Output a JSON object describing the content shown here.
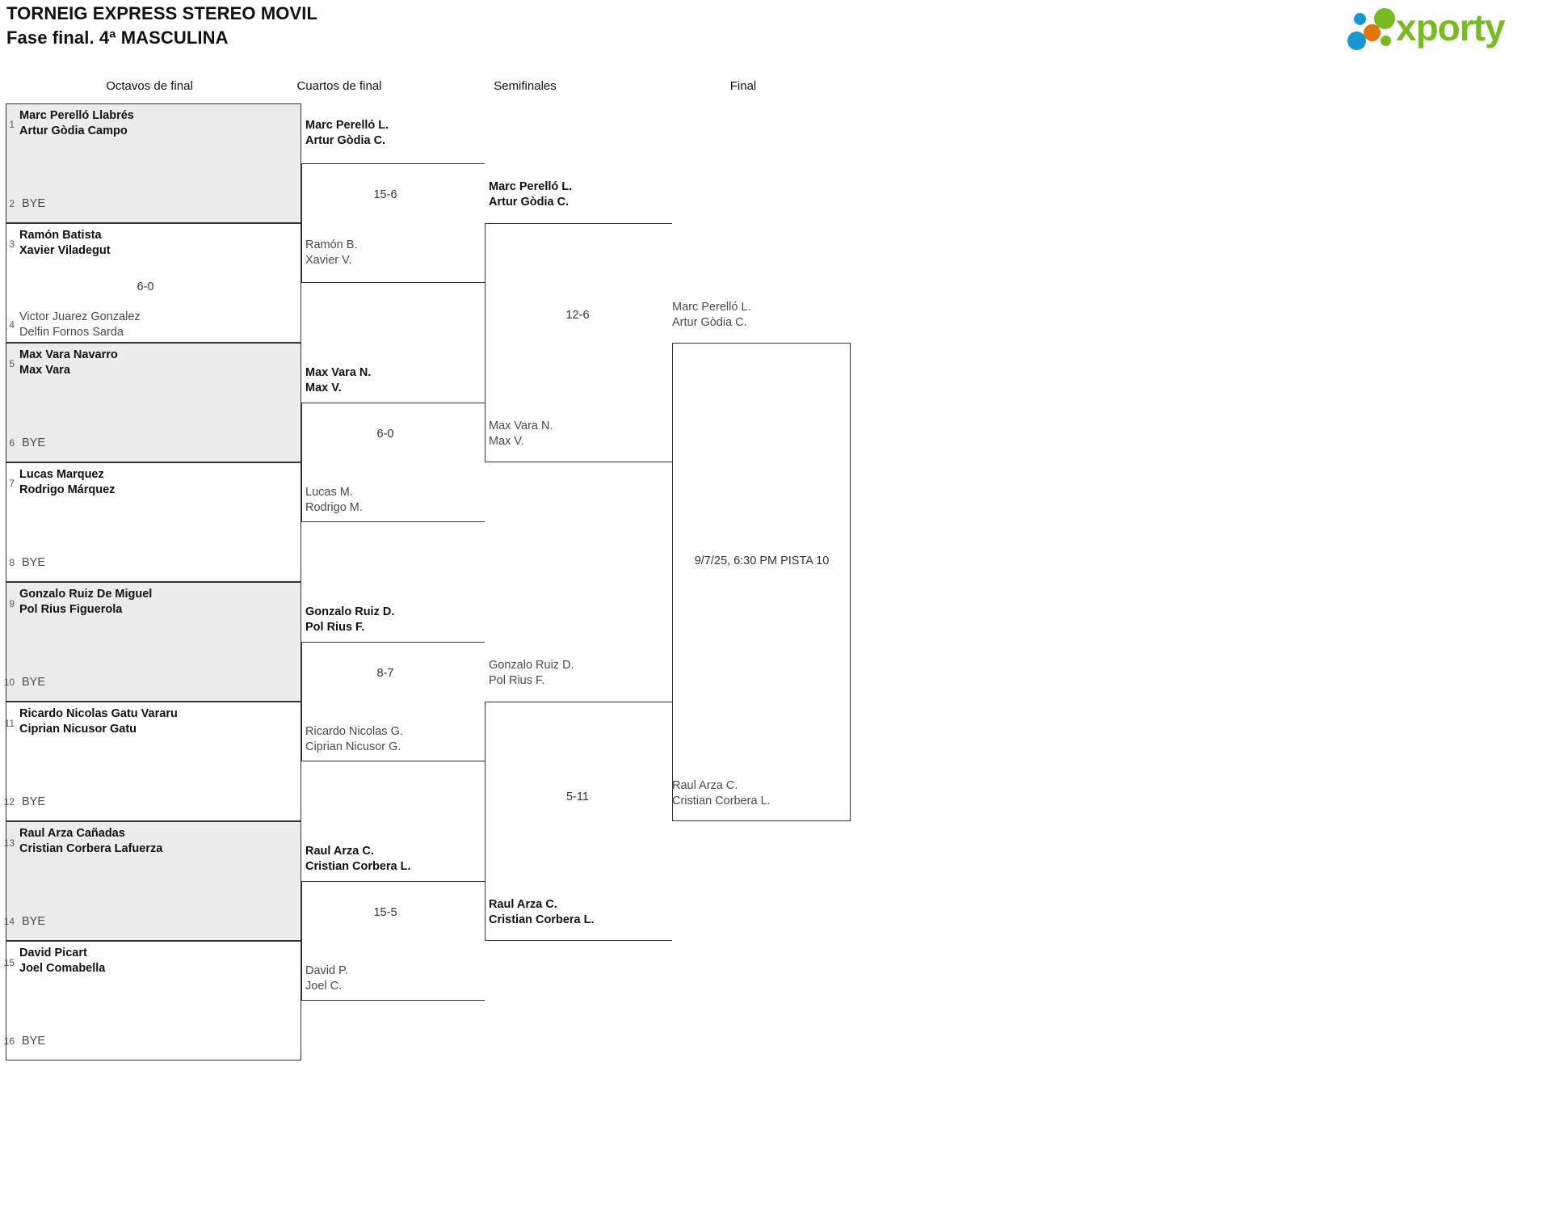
{
  "header": {
    "title_line1": "TORNEIG EXPRESS STEREO MOVIL",
    "title_line2": "Fase final. 4ª MASCULINA",
    "logo_text": "xporty",
    "logo_colors": {
      "green": "#76bc21",
      "blue": "#1996d6",
      "orange": "#e3730d"
    }
  },
  "rounds": [
    {
      "label": "Octavos de final"
    },
    {
      "label": "Cuartos de final"
    },
    {
      "label": "Semifinales"
    },
    {
      "label": "Final"
    }
  ],
  "round1": {
    "entries": [
      {
        "seed": "1",
        "line1": "Marc Perelló Llabrés",
        "line2": "Artur Gòdia Campo",
        "status": "win"
      },
      {
        "seed": "2",
        "line1": "BYE",
        "line2": "",
        "status": "bye"
      },
      {
        "seed": "3",
        "line1": "Ramón Batista",
        "line2": "Xavier Viladegut",
        "status": "win"
      },
      {
        "seed": "4",
        "line1": "Victor Juarez Gonzalez",
        "line2": "Delfin Fornos Sarda",
        "status": "lose"
      },
      {
        "seed": "5",
        "line1": "Max Vara Navarro",
        "line2": "Max Vara",
        "status": "win"
      },
      {
        "seed": "6",
        "line1": "BYE",
        "line2": "",
        "status": "bye"
      },
      {
        "seed": "7",
        "line1": "Lucas Marquez",
        "line2": "Rodrigo Márquez",
        "status": "win"
      },
      {
        "seed": "8",
        "line1": "BYE",
        "line2": "",
        "status": "bye"
      },
      {
        "seed": "9",
        "line1": "Gonzalo Ruiz De Miguel",
        "line2": "Pol Rius Figuerola",
        "status": "win"
      },
      {
        "seed": "10",
        "line1": "BYE",
        "line2": "",
        "status": "bye"
      },
      {
        "seed": "11",
        "line1": "Ricardo Nicolas Gatu Vararu",
        "line2": "Ciprian Nicusor Gatu",
        "status": "win"
      },
      {
        "seed": "12",
        "line1": "BYE",
        "line2": "",
        "status": "bye"
      },
      {
        "seed": "13",
        "line1": "Raul Arza Cañadas",
        "line2": "Cristian Corbera Lafuerza",
        "status": "win"
      },
      {
        "seed": "14",
        "line1": "BYE",
        "line2": "",
        "status": "bye"
      },
      {
        "seed": "15",
        "line1": "David Picart",
        "line2": "Joel Comabella",
        "status": "win"
      },
      {
        "seed": "16",
        "line1": "BYE",
        "line2": "",
        "status": "bye"
      }
    ],
    "scores": [
      {
        "value": ""
      },
      {
        "value": "6-0"
      },
      {
        "value": ""
      },
      {
        "value": ""
      },
      {
        "value": ""
      },
      {
        "value": ""
      },
      {
        "value": ""
      },
      {
        "value": ""
      }
    ]
  },
  "round2": {
    "entries": [
      {
        "line1": "Marc Perelló L.",
        "line2": "Artur Gòdia C.",
        "status": "win"
      },
      {
        "line1": "Ramón B.",
        "line2": "Xavier V.",
        "status": "lose"
      },
      {
        "line1": "Max Vara N.",
        "line2": "Max V.",
        "status": "win"
      },
      {
        "line1": "Lucas M.",
        "line2": "Rodrigo M.",
        "status": "lose"
      },
      {
        "line1": "Gonzalo Ruiz D.",
        "line2": "Pol Rius F.",
        "status": "win"
      },
      {
        "line1": "Ricardo Nicolas G.",
        "line2": "Ciprian Nicusor G.",
        "status": "lose"
      },
      {
        "line1": "Raul Arza C.",
        "line2": "Cristian Corbera L.",
        "status": "win"
      },
      {
        "line1": "David P.",
        "line2": "Joel C.",
        "status": "lose"
      }
    ],
    "scores": [
      {
        "value": "15-6"
      },
      {
        "value": "6-0"
      },
      {
        "value": "8-7"
      },
      {
        "value": "15-5"
      }
    ]
  },
  "round3": {
    "entries": [
      {
        "line1": "Marc Perelló L.",
        "line2": "Artur Gòdia C.",
        "status": "win"
      },
      {
        "line1": "Max Vara N.",
        "line2": "Max V.",
        "status": "lose"
      },
      {
        "line1": "Gonzalo Ruiz D.",
        "line2": "Pol Rius F.",
        "status": "lose"
      },
      {
        "line1": "Raul Arza C.",
        "line2": "Cristian Corbera L.",
        "status": "win"
      }
    ],
    "scores": [
      {
        "value": "12-6"
      },
      {
        "value": "5-11"
      }
    ]
  },
  "round4": {
    "entries": [
      {
        "line1": "Marc Perelló L.",
        "line2": "Artur Gòdia C.",
        "status": "lose"
      },
      {
        "line1": "Raul Arza C.",
        "line2": "Cristian Corbera L.",
        "status": "lose"
      }
    ],
    "match_info": "9/7/25, 6:30 PM PISTA 10"
  }
}
